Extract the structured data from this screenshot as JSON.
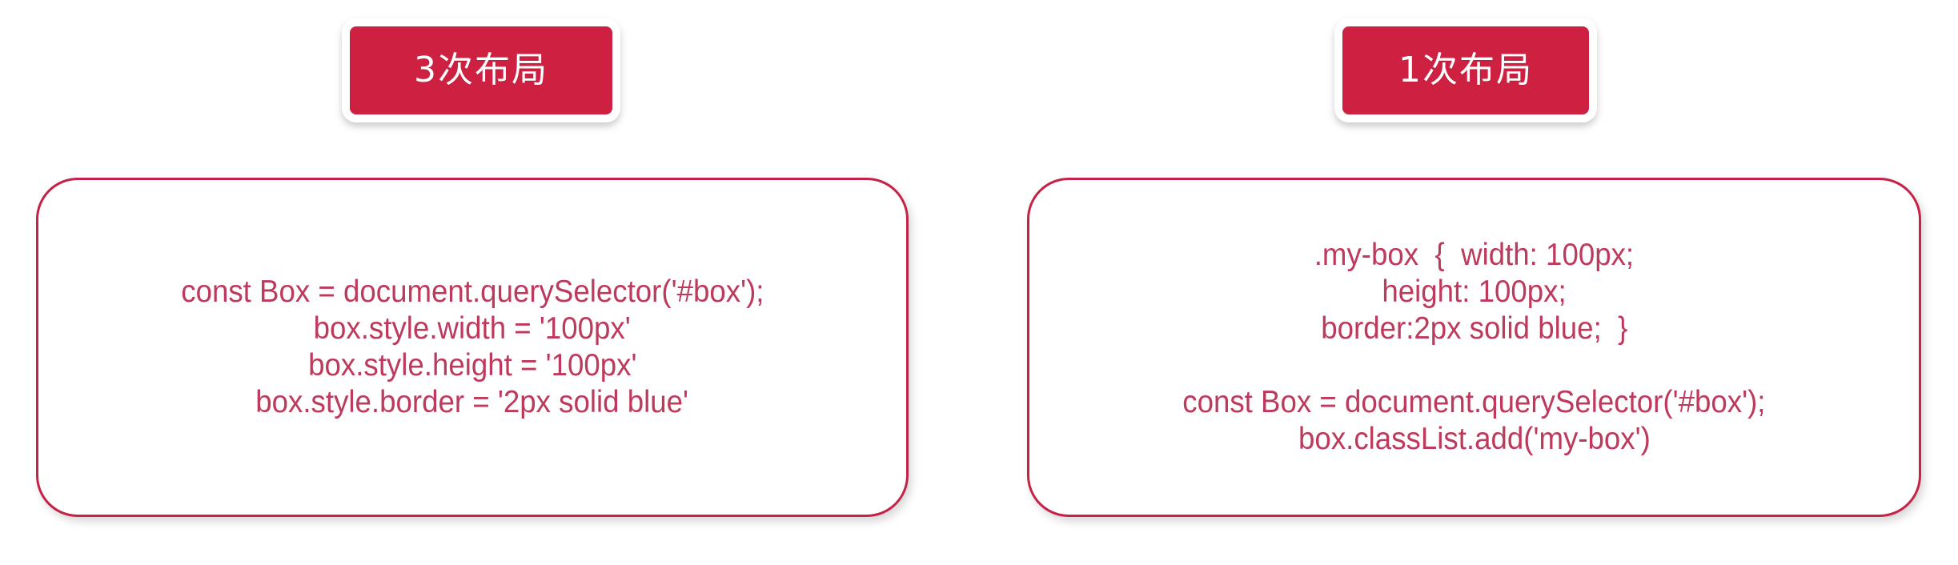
{
  "page": {
    "background_color": "#ffffff",
    "accent_color": "#ce2142",
    "card_border_color": "#c42347",
    "code_text_color": "#bd3a5c",
    "badge_text_color": "#ffffff"
  },
  "panels": [
    {
      "id": "left",
      "badge": {
        "label": "3次布局"
      },
      "code_groups": [
        {
          "lines": [
            "const Box = document.querySelector('#box');",
            "box.style.width = '100px'",
            "box.style.height = '100px'",
            "box.style.border = '2px solid blue'"
          ]
        }
      ]
    },
    {
      "id": "right",
      "badge": {
        "label": "1次布局"
      },
      "code_groups": [
        {
          "lines": [
            ".my-box  {  width: 100px;",
            "height: 100px;",
            "border:2px solid blue;  }"
          ]
        },
        {
          "lines": [
            "const Box = document.querySelector('#box');",
            "box.classList.add('my-box')"
          ]
        }
      ]
    }
  ]
}
